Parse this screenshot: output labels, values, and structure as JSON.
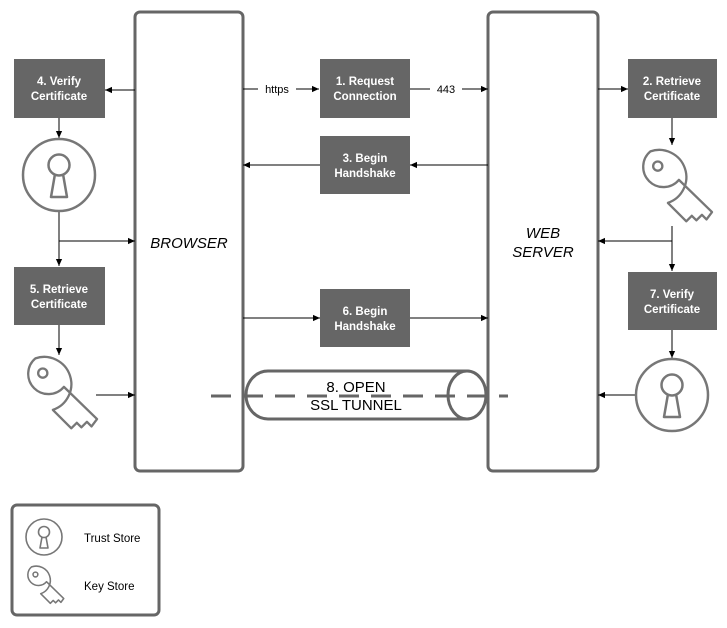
{
  "lanes": {
    "browser": "BROWSER",
    "server_line1": "WEB",
    "server_line2": "SERVER"
  },
  "steps": {
    "s1": [
      "1. Request",
      "Connection"
    ],
    "s2": [
      "2. Retrieve",
      "Certificate"
    ],
    "s3": [
      "3. Begin",
      "Handshake"
    ],
    "s4": [
      "4. Verify",
      "Certificate"
    ],
    "s5": [
      "5. Retrieve",
      "Certificate"
    ],
    "s6": [
      "6. Begin",
      "Handshake"
    ],
    "s7": [
      "7. Verify",
      "Certificate"
    ],
    "s8": [
      "8. OPEN",
      "SSL TUNNEL"
    ]
  },
  "connections": {
    "https_label": "https",
    "port_label": "443"
  },
  "legend": {
    "trust_store": "Trust Store",
    "key_store": "Key Store"
  },
  "colors": {
    "box_fill": "#666666",
    "box_text": "#ffffff",
    "stroke": "#666666",
    "line": "#000000"
  }
}
